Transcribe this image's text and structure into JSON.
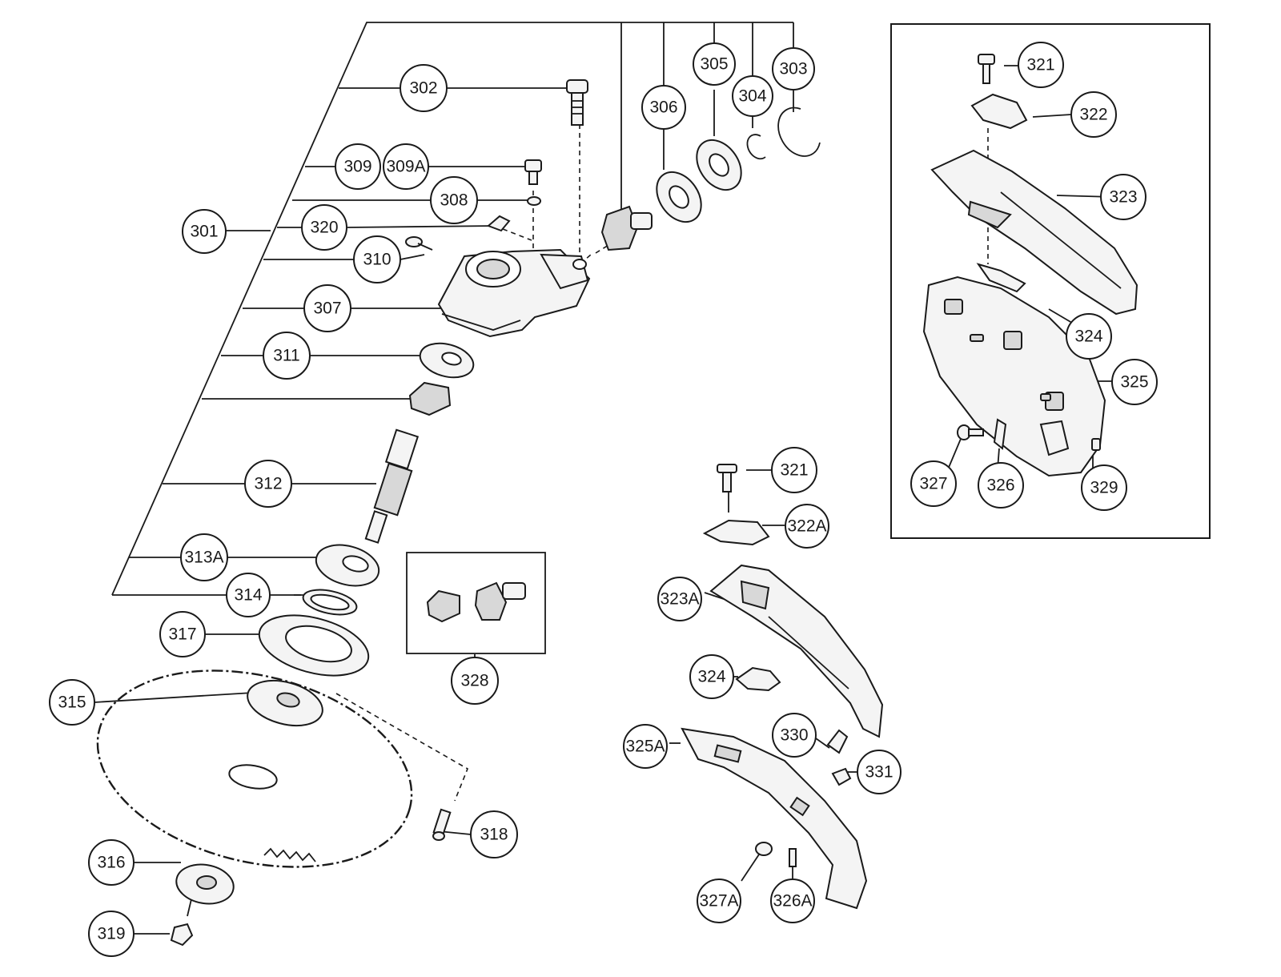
{
  "callouts": {
    "c301": "301",
    "c302": "302",
    "c303": "303",
    "c304": "304",
    "c305": "305",
    "c306": "306",
    "c307": "307",
    "c308": "308",
    "c309": "309",
    "c309a": "309A",
    "c310": "310",
    "c311": "311",
    "c312": "312",
    "c313a": "313A",
    "c314": "314",
    "c315": "315",
    "c316": "316",
    "c317": "317",
    "c318": "318",
    "c319": "319",
    "c320": "320",
    "c321": "321",
    "c322a": "322A",
    "c323a": "323A",
    "c324": "324",
    "c325a": "325A",
    "c326a": "326A",
    "c327a": "327A",
    "c328": "328",
    "c330": "330",
    "c331": "331",
    "inset_321": "321",
    "inset_322": "322",
    "inset_323": "323",
    "inset_324": "324",
    "inset_325": "325",
    "inset_326": "326",
    "inset_327": "327",
    "inset_329": "329"
  },
  "colors": {
    "line": "#1a1a1a",
    "fill_light": "#f4f4f4",
    "fill_dark": "#d8d8d8",
    "background": "#ffffff"
  }
}
